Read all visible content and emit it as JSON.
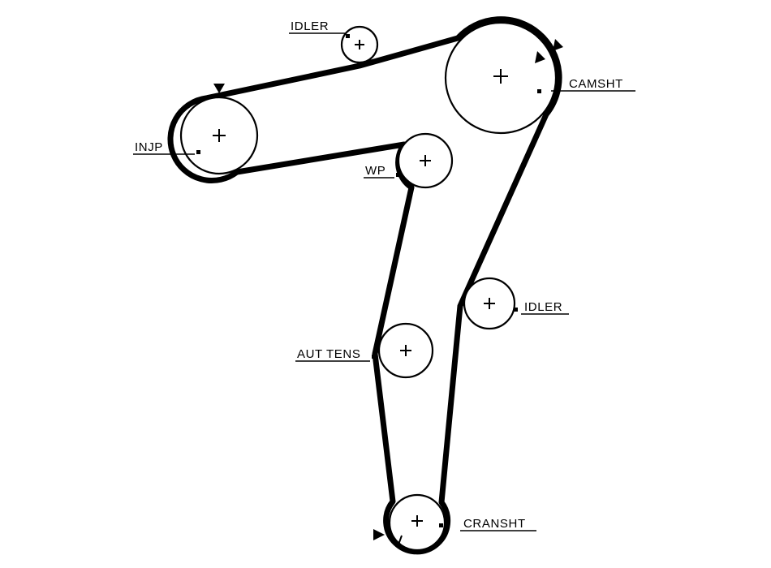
{
  "diagram": {
    "type": "timing-belt-routing-diagram",
    "background": "#ffffff",
    "line_color": "#000000",
    "pulleys": [
      {
        "id": "idler-top",
        "label": "IDLER"
      },
      {
        "id": "camshaft",
        "label": "CAMSHT"
      },
      {
        "id": "injection-pump",
        "label": "INJP"
      },
      {
        "id": "water-pump",
        "label": "WP"
      },
      {
        "id": "idler-right",
        "label": "IDLER"
      },
      {
        "id": "automatic-tensioner",
        "label": "AUT TENS"
      },
      {
        "id": "crankshaft",
        "label": "CRANSHT"
      }
    ]
  }
}
